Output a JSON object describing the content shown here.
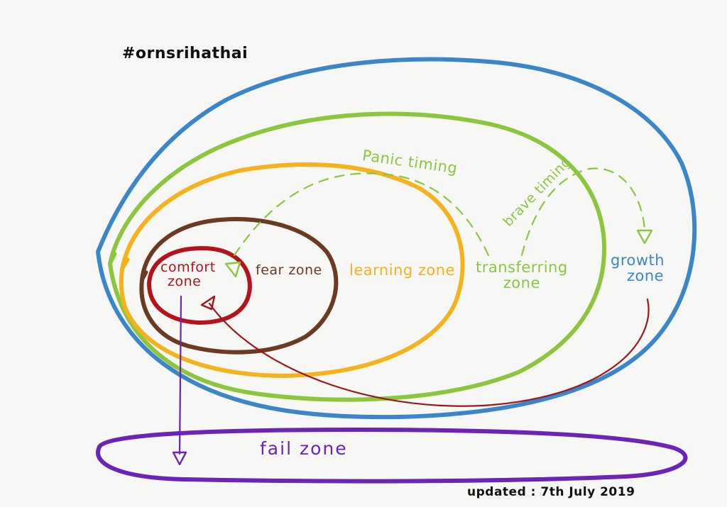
{
  "hashtag": "#ornsrihathai",
  "updated": "updated : 7th July 2019",
  "colors": {
    "growth": "#3b86c9",
    "transferring": "#8cc63f",
    "learning": "#f5b21c",
    "fear": "#6b3a22",
    "comfort": "#b5121b",
    "fail": "#6b23b8",
    "return_arrow": "#a0151b"
  },
  "zones": {
    "comfort_line1": "comfort",
    "comfort_line2": "zone",
    "fear": "fear zone",
    "learning": "learning zone",
    "transferring_line1": "transferring",
    "transferring_line2": "zone",
    "growth_line1": "growth",
    "growth_line2": "zone",
    "fail": "fail zone"
  },
  "timings": {
    "panic": "Panic timing",
    "brave": "brave timing"
  }
}
